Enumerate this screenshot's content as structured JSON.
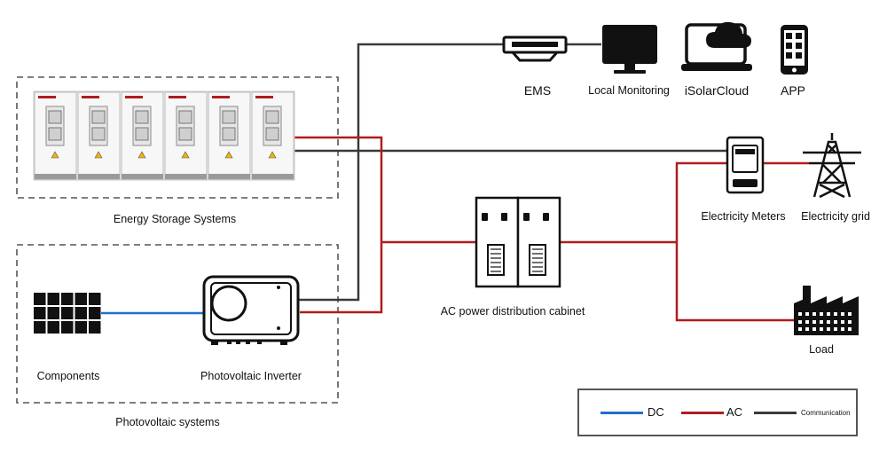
{
  "nodes": {
    "ems": "EMS",
    "local_monitoring": "Local Monitoring",
    "isolarcloud": "iSolarCloud",
    "app": "APP",
    "energy_storage": "Energy Storage Systems",
    "electricity_meters": "Electricity Meters",
    "electricity_grid": "Electricity grid",
    "ac_cabinet": "AC power distribution cabinet",
    "load": "Load",
    "components": "Components",
    "pv_inverter": "Photovoltaic Inverter",
    "pv_systems": "Photovoltaic systems"
  },
  "legend": {
    "dc": "DC",
    "ac": "AC",
    "communication": "Communication"
  },
  "colors": {
    "dc": "#1f6fd1",
    "ac": "#b01c1c",
    "communication": "#3a3a3a"
  }
}
